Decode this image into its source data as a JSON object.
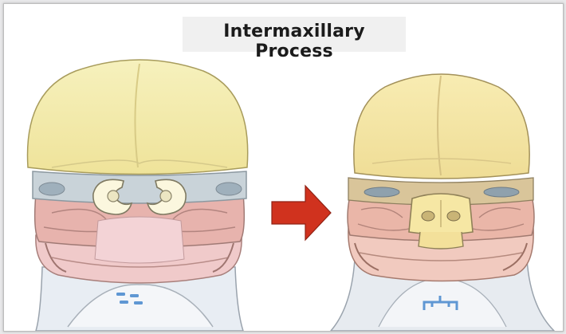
{
  "title": "Intermaxillary Process",
  "panels": {
    "left": "earlier embryonic face with separate nasal pits and processes",
    "right": "later stage showing merged intermaxillary process"
  },
  "arrow": {
    "direction": "right",
    "color": "#d0321e"
  },
  "colors": {
    "forehead": "#f3eba2",
    "eye_region": "#c8d3d9",
    "maxillary": "#e8b2ab",
    "mandibular": "#eec6c6",
    "nasal": "#fbf6d9",
    "neck": "#e9eef4",
    "pharyngeal": "#6f9fd0"
  }
}
